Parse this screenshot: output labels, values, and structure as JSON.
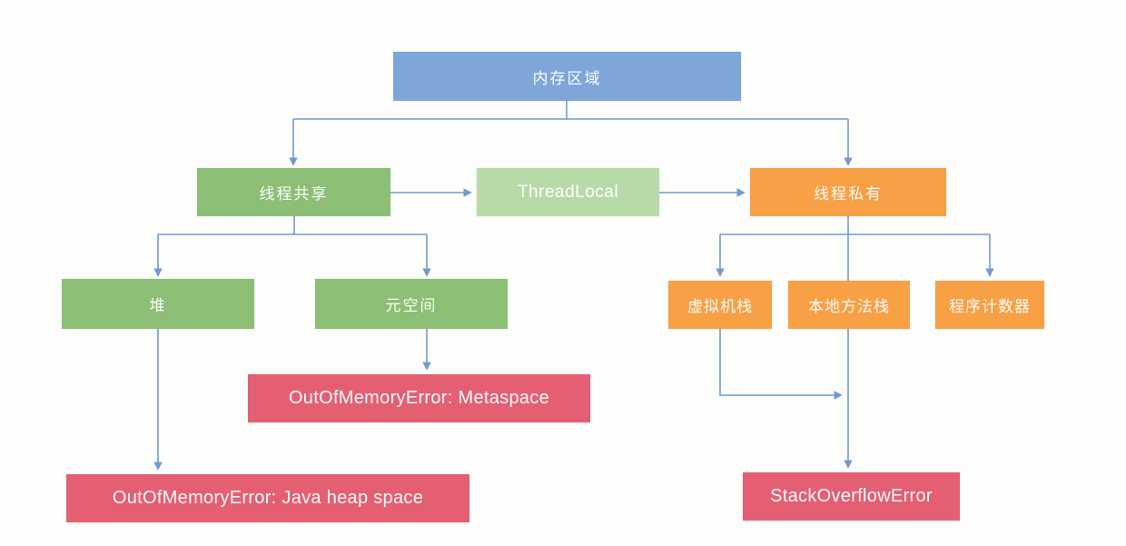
{
  "diagram": {
    "nodes": {
      "memory_area": {
        "label": "内存区域",
        "color": "#7ea6d8"
      },
      "thread_shared": {
        "label": "线程共享",
        "color": "#8cbf75"
      },
      "thread_local": {
        "label": "ThreadLocal",
        "color": "#b8daa9"
      },
      "thread_private": {
        "label": "线程私有",
        "color": "#f8a045"
      },
      "heap": {
        "label": "堆",
        "color": "#8cbf75"
      },
      "metaspace": {
        "label": "元空间",
        "color": "#8cbf75"
      },
      "vm_stack": {
        "label": "虚拟机栈",
        "color": "#f8a045"
      },
      "native_method_stack": {
        "label": "本地方法栈",
        "color": "#f8a045"
      },
      "program_counter": {
        "label": "程序计数器",
        "color": "#f8a045"
      },
      "oom_metaspace": {
        "label": "OutOfMemoryError: Metaspace",
        "color": "#e55f72"
      },
      "oom_heap": {
        "label": "OutOfMemoryError: Java heap space",
        "color": "#e55f72"
      },
      "stack_overflow": {
        "label": "StackOverflowError",
        "color": "#e55f72"
      }
    },
    "edges": [
      {
        "from": "memory_area",
        "to": "thread_shared"
      },
      {
        "from": "memory_area",
        "to": "thread_private"
      },
      {
        "from": "thread_shared",
        "to": "thread_local"
      },
      {
        "from": "thread_local",
        "to": "thread_private"
      },
      {
        "from": "thread_shared",
        "to": "heap"
      },
      {
        "from": "thread_shared",
        "to": "metaspace"
      },
      {
        "from": "thread_private",
        "to": "vm_stack"
      },
      {
        "from": "thread_private",
        "to": "native_method_stack"
      },
      {
        "from": "thread_private",
        "to": "program_counter"
      },
      {
        "from": "metaspace",
        "to": "oom_metaspace"
      },
      {
        "from": "heap",
        "to": "oom_heap"
      },
      {
        "from": "vm_stack",
        "to": "stack_overflow"
      },
      {
        "from": "native_method_stack",
        "to": "stack_overflow"
      }
    ],
    "palette": {
      "root_blue": "#7ea6d8",
      "shared_green": "#8cbf75",
      "threadlocal_light_green": "#b8daa9",
      "private_orange": "#f8a045",
      "error_red": "#e55f72",
      "connector_blue": "#6f9bd2",
      "text": "#ffffff",
      "background": "#fdfdfc"
    }
  }
}
